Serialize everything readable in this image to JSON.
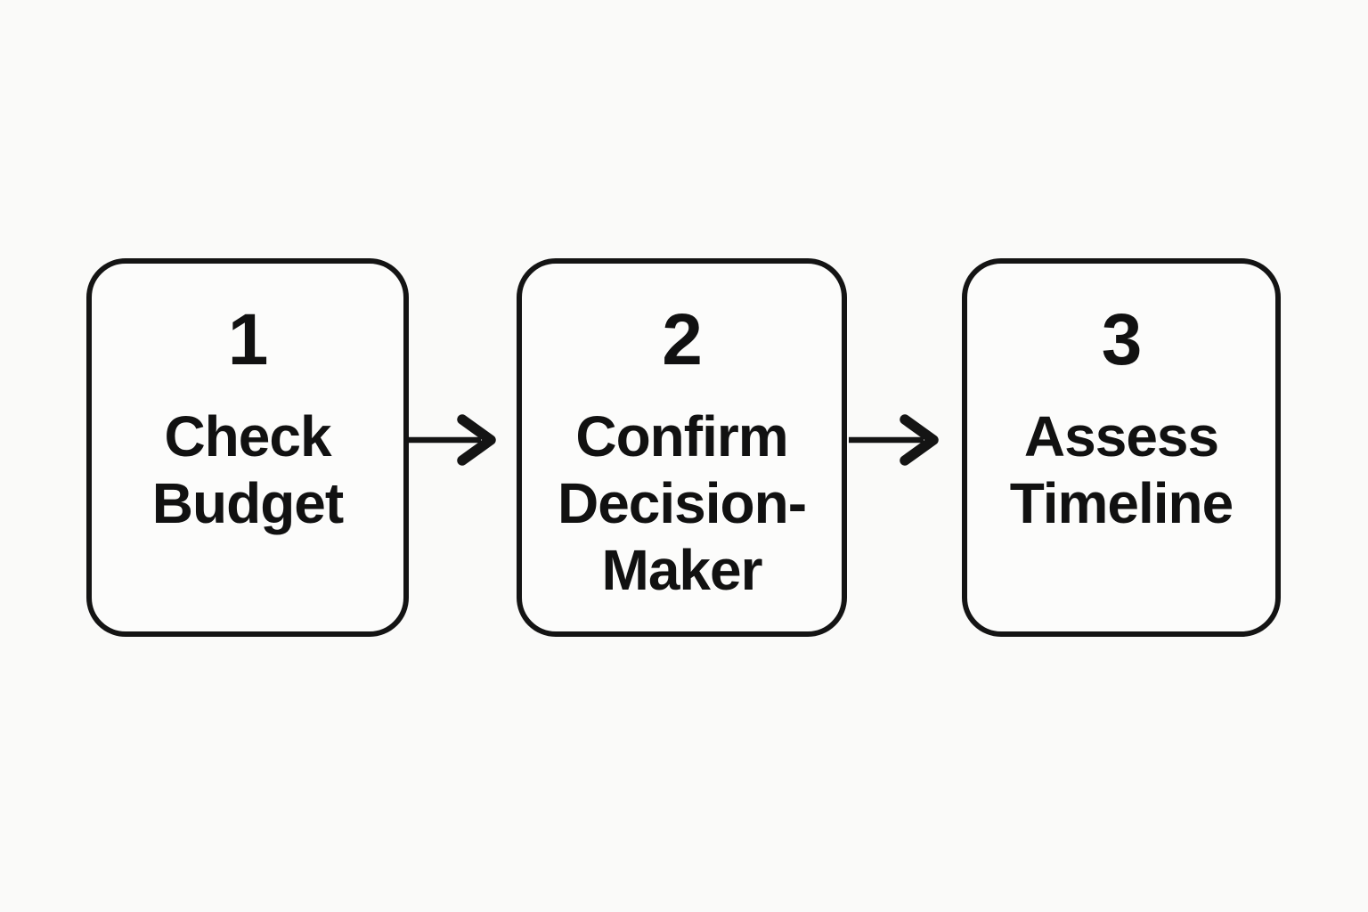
{
  "diagram": {
    "type": "flowchart-horizontal",
    "colors": {
      "background": "#fafaf9",
      "box_fill": "#fcfcfb",
      "stroke": "#141414",
      "text": "#111111"
    },
    "steps": [
      {
        "number": "1",
        "label": "Check Budget"
      },
      {
        "number": "2",
        "label": "Confirm Decision-Maker"
      },
      {
        "number": "3",
        "label": "Assess Timeline"
      }
    ],
    "connectors": [
      {
        "from": "1",
        "to": "2",
        "style": "right-arrow"
      },
      {
        "from": "2",
        "to": "3",
        "style": "right-arrow"
      }
    ]
  }
}
